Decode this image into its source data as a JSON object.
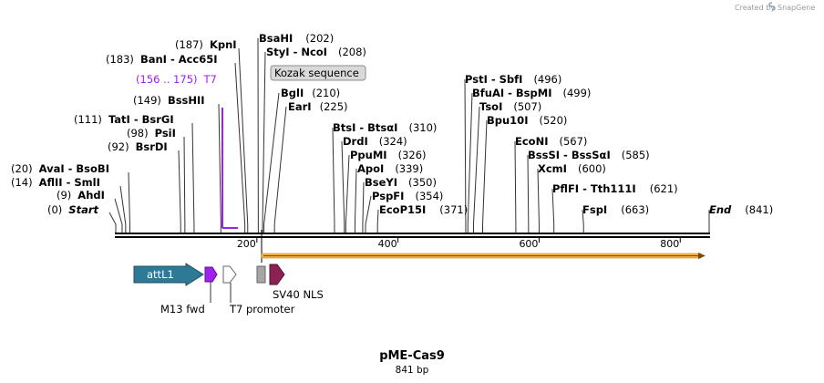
{
  "credit": {
    "prefix": "Created by",
    "brand": "SnapGene"
  },
  "plasmid": {
    "name": "pME-Cas9",
    "length_label": "841 bp"
  },
  "enzymes": [
    {
      "id": "start",
      "name": "Start",
      "pos": "(0)",
      "bp": 0
    },
    {
      "id": "ahdi",
      "name": "AhdI",
      "pos": "(9)",
      "bp": 9
    },
    {
      "id": "aflii",
      "name": "AflII",
      "alias": "SmlI",
      "pos": "(14)",
      "bp": 14
    },
    {
      "id": "avai",
      "name": "AvaI",
      "alias": "BsoBI",
      "pos": "(20)",
      "bp": 20
    },
    {
      "id": "bsrdi",
      "name": "BsrDI",
      "pos": "(92)",
      "bp": 92
    },
    {
      "id": "psii",
      "name": "PsiI",
      "pos": "(98)",
      "bp": 98
    },
    {
      "id": "tati",
      "name": "TatI",
      "alias": "BsrGI",
      "pos": "(111)",
      "bp": 111
    },
    {
      "id": "bsshii",
      "name": "BssHII",
      "pos": "(149)",
      "bp": 149
    },
    {
      "id": "bani",
      "name": "BanI",
      "alias": "Acc65I",
      "pos": "(183)",
      "bp": 183
    },
    {
      "id": "kpni",
      "name": "KpnI",
      "pos": "(187)",
      "bp": 187
    },
    {
      "id": "bsahi",
      "name": "BsaHI",
      "pos": "(202)",
      "bp": 202
    },
    {
      "id": "styi",
      "name": "StyI",
      "alias": "NcoI",
      "pos": "(208)",
      "bp": 208
    },
    {
      "id": "bgli",
      "name": "BglI",
      "pos": "(210)",
      "bp": 210
    },
    {
      "id": "eari",
      "name": "EarI",
      "pos": "(225)",
      "bp": 225
    },
    {
      "id": "btsi",
      "name": "BtsI",
      "alias": "BtsαI",
      "pos": "(310)",
      "bp": 310
    },
    {
      "id": "drdi",
      "name": "DrdI",
      "pos": "(324)",
      "bp": 324
    },
    {
      "id": "ppumi",
      "name": "PpuMI",
      "pos": "(326)",
      "bp": 326
    },
    {
      "id": "apoi",
      "name": "ApoI",
      "pos": "(339)",
      "bp": 339
    },
    {
      "id": "bseyi",
      "name": "BseYI",
      "pos": "(350)",
      "bp": 350
    },
    {
      "id": "pspfi",
      "name": "PspFI",
      "pos": "(354)",
      "bp": 354
    },
    {
      "id": "ecop15i",
      "name": "EcoP15I",
      "pos": "(371)",
      "bp": 371
    },
    {
      "id": "psti",
      "name": "PstI",
      "alias": "SbfI",
      "pos": "(496)",
      "bp": 496
    },
    {
      "id": "bfuai",
      "name": "BfuAI",
      "alias": "BspMI",
      "pos": "(499)",
      "bp": 499
    },
    {
      "id": "tsoi",
      "name": "TsoI",
      "pos": "(507)",
      "bp": 507
    },
    {
      "id": "bpu10i",
      "name": "Bpu10I",
      "pos": "(520)",
      "bp": 520
    },
    {
      "id": "econi",
      "name": "EcoNI",
      "pos": "(567)",
      "bp": 567
    },
    {
      "id": "bsssi",
      "name": "BssSI",
      "alias": "BssSαI",
      "pos": "(585)",
      "bp": 585
    },
    {
      "id": "xcmi",
      "name": "XcmI",
      "pos": "(600)",
      "bp": 600
    },
    {
      "id": "pflfi",
      "name": "PflFI",
      "alias": "Tth111I",
      "pos": "(621)",
      "bp": 621
    },
    {
      "id": "fspi",
      "name": "FspI",
      "pos": "(663)",
      "bp": 663
    },
    {
      "id": "end",
      "name": "End",
      "pos": "(841)",
      "bp": 841
    }
  ],
  "primer": {
    "name": "T7",
    "range": "(156 .. 175)",
    "color": "#a020f0"
  },
  "kozak": {
    "label": "Kozak sequence"
  },
  "axis": {
    "min": 0,
    "max": 841,
    "ticks": [
      {
        "label": "200",
        "bp": 200
      },
      {
        "label": "400",
        "bp": 400
      },
      {
        "label": "600",
        "bp": 600
      },
      {
        "label": "800",
        "bp": 800
      }
    ]
  },
  "features": {
    "attl1": {
      "label": "attL1",
      "color": "#2e7a96"
    },
    "m13fwd": {
      "label": "M13 fwd",
      "color": "#a020f0"
    },
    "t7promoter": {
      "label": "T7 promoter",
      "color": "#ffffff"
    },
    "kozak_box": {
      "color": "#a6a6a6"
    },
    "sv40nls": {
      "label": "SV40 NLS",
      "color": "#8b2252"
    },
    "orf": {
      "color": "#f0b44a"
    }
  }
}
